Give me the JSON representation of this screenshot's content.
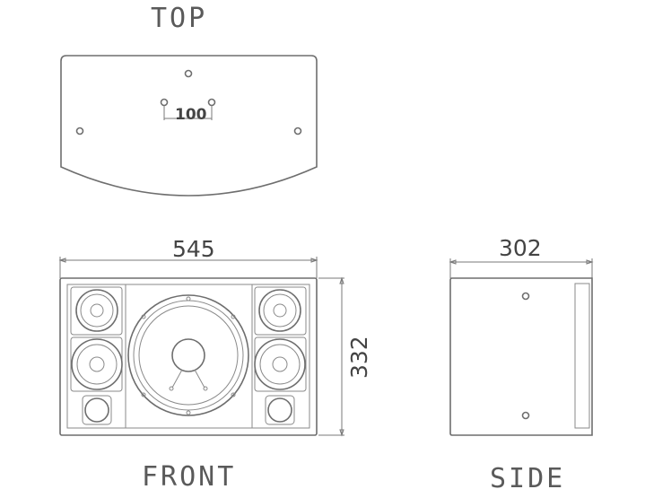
{
  "views": {
    "top_label": "TOP",
    "front_label": "FRONT",
    "side_label": "SIDE"
  },
  "dimensions": {
    "hole_spacing": "100",
    "front_width": "545",
    "front_height": "332",
    "side_depth": "302"
  },
  "colors": {
    "line": "#6e6e6e",
    "text": "#444444"
  }
}
